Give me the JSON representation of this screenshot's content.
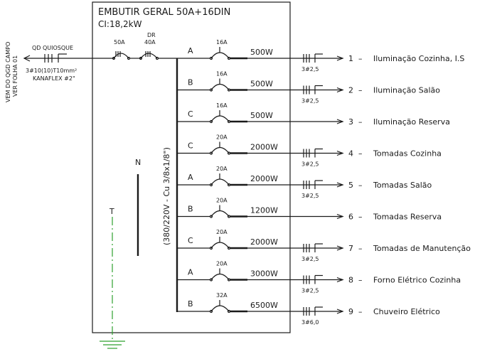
{
  "panel": {
    "title": "EMBUTIR GERAL 50A+16DIN",
    "installed_load": "CI:18,2kW",
    "bus_label": "(380/220V - Cu 3/8x1/8\")",
    "neutral_label": "N",
    "ground_label": "T"
  },
  "feeder": {
    "source_line1": "VEM DO QGD CAMPO",
    "source_line2": "VER FOLHA 01",
    "name": "QD QUIOSQUE",
    "cable": "3#10(10)T10mm²",
    "conduit": "KANAFLEX #2\"",
    "main_breaker": "50A",
    "dr_label_1": "DR",
    "dr_label_2": "40A"
  },
  "circuits": [
    {
      "phase": "A",
      "breaker": "16A",
      "power": "500W",
      "cable": "3#2,5",
      "number": "1",
      "description": "Iluminação Cozinha, I.S"
    },
    {
      "phase": "B",
      "breaker": "16A",
      "power": "500W",
      "cable": "3#2,5",
      "number": "2",
      "description": "Iluminação Salão"
    },
    {
      "phase": "C",
      "breaker": "16A",
      "power": "500W",
      "cable": "",
      "number": "3",
      "description": "Iluminação Reserva"
    },
    {
      "phase": "C",
      "breaker": "20A",
      "power": "2000W",
      "cable": "3#2,5",
      "number": "4",
      "description": "Tomadas Cozinha"
    },
    {
      "phase": "A",
      "breaker": "20A",
      "power": "2000W",
      "cable": "3#2,5",
      "number": "5",
      "description": "Tomadas Salão"
    },
    {
      "phase": "B",
      "breaker": "20A",
      "power": "1200W",
      "cable": "",
      "number": "6",
      "description": "Tomadas Reserva"
    },
    {
      "phase": "C",
      "breaker": "20A",
      "power": "2000W",
      "cable": "3#2,5",
      "number": "7",
      "description": "Tomadas de Manutenção"
    },
    {
      "phase": "A",
      "breaker": "20A",
      "power": "3000W",
      "cable": "3#2,5",
      "number": "8",
      "description": "Forno Elétrico Cozinha"
    },
    {
      "phase": "B",
      "breaker": "32A",
      "power": "6500W",
      "cable": "3#6,0",
      "number": "9",
      "description": "Chuveiro Elétrico"
    }
  ],
  "circuit_separator": "–"
}
